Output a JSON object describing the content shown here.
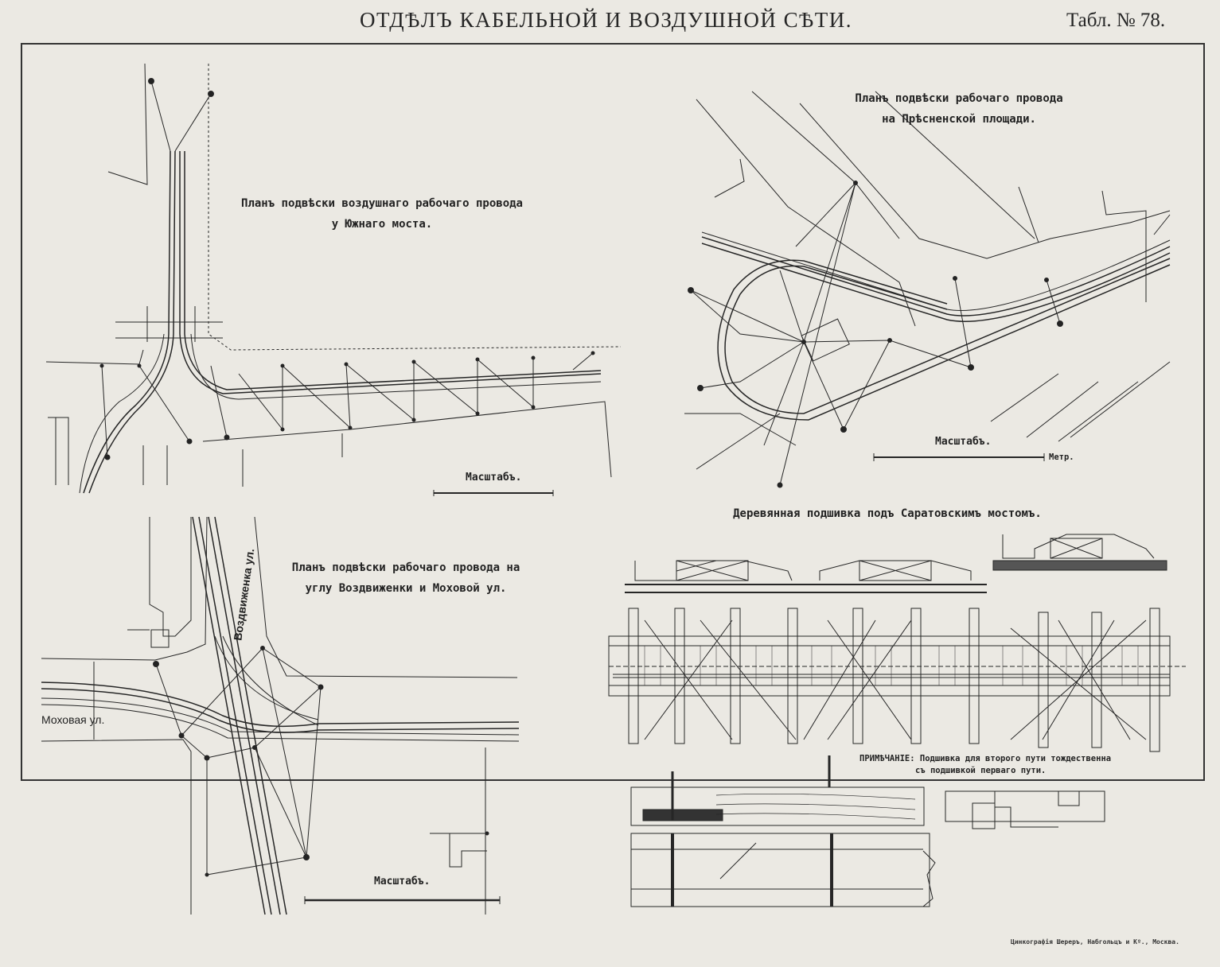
{
  "header": {
    "title": "ОТДѢЛЪ КАБЕЛЬНОЙ И ВОЗДУШНОЙ СѢТИ.",
    "table_number": "Табл. № 78."
  },
  "plans": {
    "south_bridge": {
      "caption_line1": "Планъ подвѣски воздушнаго рабочаго провода",
      "caption_line2": "у Южнаго моста.",
      "scale_label": "Масштабъ."
    },
    "presnenskaya": {
      "caption_line1": "Планъ подвѣски рабочаго провода",
      "caption_line2": "на Прѣсненской площади.",
      "scale_label": "Масштабъ.",
      "scale_unit": "Метр."
    },
    "vozdvizhenka": {
      "caption_line1": "Планъ подвѣски рабочаго провода на",
      "caption_line2": "углу Воздвиженки и Моховой ул.",
      "street_vertical": "Воздвиженка ул.",
      "street_horizontal": "Моховая ул.",
      "scale_label": "Масштабъ."
    },
    "saratov_bridge": {
      "caption": "Деревянная подшивка подъ Саратовскимъ мостомъ.",
      "note_label": "ПРИМѢЧАНІЕ:",
      "note_line1": "Подшивка для второго пути тождественна",
      "note_line2": "съ подшивкой перваго пути."
    }
  },
  "footer": {
    "printer": "Цинкографія Шереръ, Набгольцъ и Кº., Москва."
  }
}
